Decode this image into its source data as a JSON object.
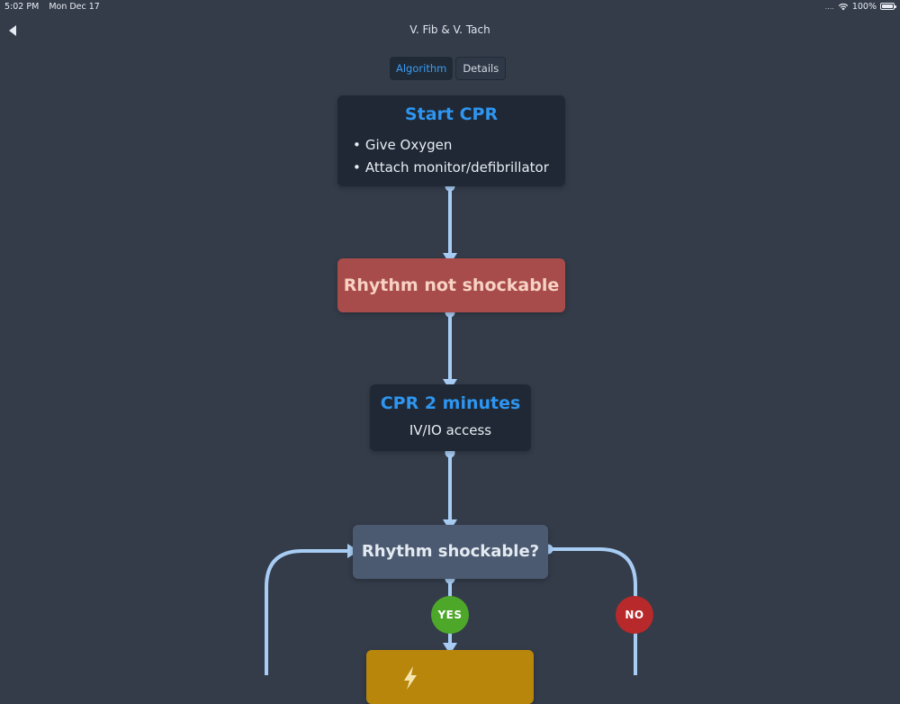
{
  "status_bar": {
    "time": "5:02 PM",
    "date": "Mon Dec 17",
    "signal": "....",
    "wifi_icon": "wifi-icon",
    "battery": "100%"
  },
  "nav": {
    "back_icon": "chevron-left-icon",
    "title": "V. Fib & V. Tach"
  },
  "tabs": [
    {
      "label": "Algorithm",
      "active": true
    },
    {
      "label": "Details",
      "active": false
    }
  ],
  "flowchart": {
    "start": {
      "title": "Start CPR",
      "bullets": [
        "Give Oxygen",
        "Attach monitor/defibrillator"
      ]
    },
    "not_shockable": {
      "label": "Rhythm not shockable"
    },
    "cpr_2min": {
      "title": "CPR 2 minutes",
      "subtitle": "IV/IO access"
    },
    "question": {
      "label": "Rhythm shockable?"
    },
    "yes_badge": "YES",
    "no_badge": "NO",
    "colors": {
      "background": "#343c4a",
      "node_dark": "#1f2834",
      "title_blue": "#2e95f0",
      "not_shockable_red": "#a84b4b",
      "question_slate": "#4b5a70",
      "shock_amber": "#b8860b",
      "yes_green": "#4da82a",
      "no_red": "#b7292b",
      "connector": "#a8cdf4"
    }
  }
}
